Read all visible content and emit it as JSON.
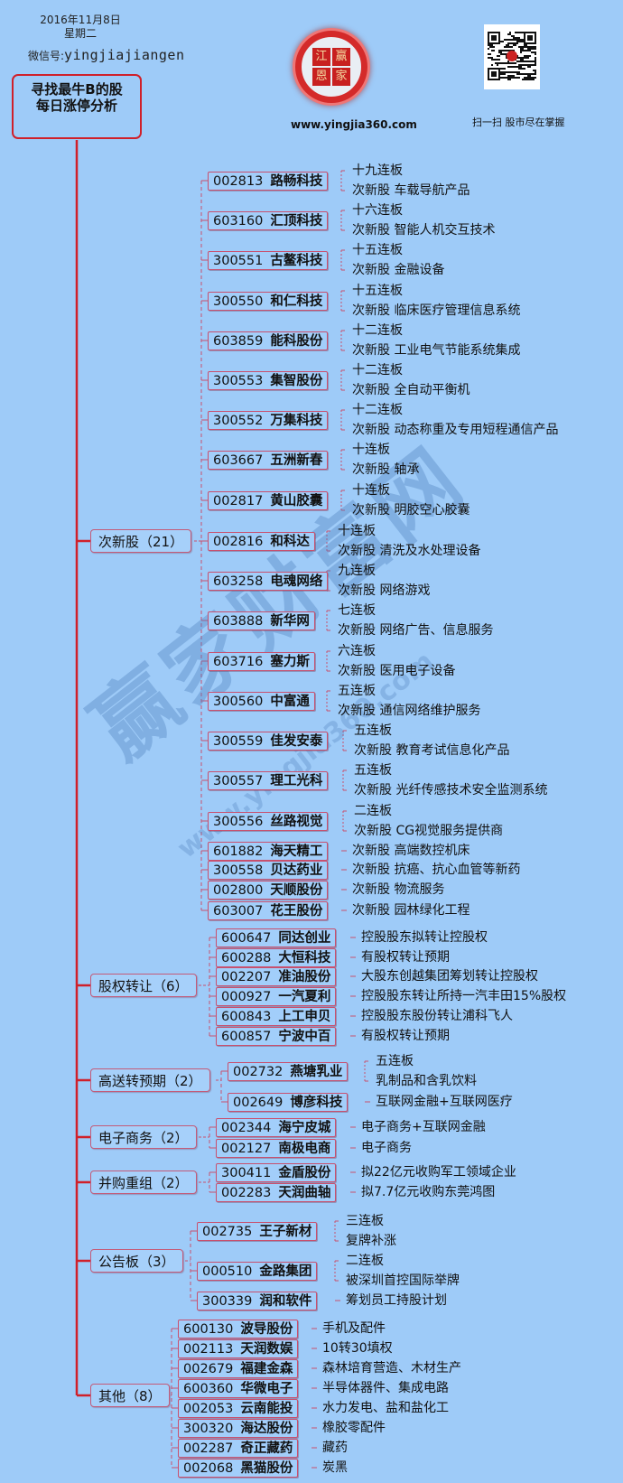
{
  "header": {
    "date": "2016年11月8日",
    "weekday": "星期二",
    "wechat_label": "微信号:",
    "wechat_id": "yingjiajiangen",
    "root_title_line1": "寻找最牛B的股",
    "root_title_line2": "每日涨停分析",
    "logo_chars": [
      "江",
      "赢",
      "恩",
      "家"
    ],
    "site_url": "www.yingjia360.com",
    "qr_caption": "扫一扫 股市尽在掌握",
    "watermark": "赢家财富网",
    "watermark_url": "www.yingjia360.com"
  },
  "colors": {
    "background": "#9ecbf8",
    "root_line": "#d0202a",
    "node_border": "#c8506e"
  },
  "categories": [
    {
      "label": "次新股（21）",
      "items": [
        {
          "code": "002813",
          "name": "路畅科技",
          "notes": [
            "十九连板",
            "次新股 车载导航产品"
          ]
        },
        {
          "code": "603160",
          "name": "汇顶科技",
          "notes": [
            "十六连板",
            "次新股 智能人机交互技术"
          ]
        },
        {
          "code": "300551",
          "name": "古鳌科技",
          "notes": [
            "十五连板",
            "次新股 金融设备"
          ]
        },
        {
          "code": "300550",
          "name": "和仁科技",
          "notes": [
            "十五连板",
            "次新股 临床医疗管理信息系统"
          ]
        },
        {
          "code": "603859",
          "name": "能科股份",
          "notes": [
            "十二连板",
            "次新股 工业电气节能系统集成"
          ]
        },
        {
          "code": "300553",
          "name": "集智股份",
          "notes": [
            "十二连板",
            "次新股 全自动平衡机"
          ]
        },
        {
          "code": "300552",
          "name": "万集科技",
          "notes": [
            "十二连板",
            "次新股 动态称重及专用短程通信产品"
          ]
        },
        {
          "code": "603667",
          "name": "五洲新春",
          "notes": [
            "十连板",
            "次新股 轴承"
          ]
        },
        {
          "code": "002817",
          "name": "黄山胶囊",
          "notes": [
            "十连板",
            "次新股 明胶空心胶囊"
          ]
        },
        {
          "code": "002816",
          "name": "和科达",
          "notes": [
            "十连板",
            "次新股 清洗及水处理设备"
          ]
        },
        {
          "code": "603258",
          "name": "电魂网络",
          "notes": [
            "九连板",
            "次新股 网络游戏"
          ]
        },
        {
          "code": "603888",
          "name": "新华网",
          "notes": [
            "七连板",
            "次新股 网络广告、信息服务"
          ]
        },
        {
          "code": "603716",
          "name": "塞力斯",
          "notes": [
            "六连板",
            "次新股 医用电子设备"
          ]
        },
        {
          "code": "300560",
          "name": "中富通",
          "notes": [
            "五连板",
            "次新股 通信网络维护服务"
          ]
        },
        {
          "code": "300559",
          "name": "佳发安泰",
          "notes": [
            "五连板",
            "次新股 教育考试信息化产品"
          ]
        },
        {
          "code": "300557",
          "name": "理工光科",
          "notes": [
            "五连板",
            "次新股 光纤传感技术安全监测系统"
          ]
        },
        {
          "code": "300556",
          "name": "丝路视觉",
          "notes": [
            "二连板",
            "次新股 CG视觉服务提供商"
          ]
        },
        {
          "code": "601882",
          "name": "海天精工",
          "notes": [
            "次新股 高端数控机床"
          ]
        },
        {
          "code": "300558",
          "name": "贝达药业",
          "notes": [
            "次新股 抗癌、抗心血管等新药"
          ]
        },
        {
          "code": "002800",
          "name": "天顺股份",
          "notes": [
            "次新股 物流服务"
          ]
        },
        {
          "code": "603007",
          "name": "花王股份",
          "notes": [
            "次新股 园林绿化工程"
          ]
        }
      ]
    },
    {
      "label": "股权转让（6）",
      "items": [
        {
          "code": "600647",
          "name": "同达创业",
          "notes": [
            "控股股东拟转让控股权"
          ]
        },
        {
          "code": "600288",
          "name": "大恒科技",
          "notes": [
            "有股权转让预期"
          ]
        },
        {
          "code": "002207",
          "name": "准油股份",
          "notes": [
            "大股东创越集团筹划转让控股权"
          ]
        },
        {
          "code": "000927",
          "name": "一汽夏利",
          "notes": [
            "控股股东转让所持一汽丰田15%股权"
          ]
        },
        {
          "code": "600843",
          "name": "上工申贝",
          "notes": [
            "控股股东股份转让浦科飞人"
          ]
        },
        {
          "code": "600857",
          "name": "宁波中百",
          "notes": [
            "有股权转让预期"
          ]
        }
      ]
    },
    {
      "label": "高送转预期（2）",
      "items": [
        {
          "code": "002732",
          "name": "燕塘乳业",
          "notes": [
            "五连板",
            "乳制品和含乳饮料"
          ]
        },
        {
          "code": "002649",
          "name": "博彦科技",
          "notes": [
            "互联网金融+互联网医疗"
          ]
        }
      ]
    },
    {
      "label": "电子商务（2）",
      "items": [
        {
          "code": "002344",
          "name": "海宁皮城",
          "notes": [
            "电子商务+互联网金融"
          ]
        },
        {
          "code": "002127",
          "name": "南极电商",
          "notes": [
            "电子商务"
          ]
        }
      ]
    },
    {
      "label": "并购重组（2）",
      "items": [
        {
          "code": "300411",
          "name": "金盾股份",
          "notes": [
            "拟22亿元收购军工领域企业"
          ]
        },
        {
          "code": "002283",
          "name": "天润曲轴",
          "notes": [
            "拟7.7亿元收购东莞鸿图"
          ]
        }
      ]
    },
    {
      "label": "公告板（3）",
      "items": [
        {
          "code": "002735",
          "name": "王子新材",
          "notes": [
            "三连板",
            "复牌补涨"
          ]
        },
        {
          "code": "000510",
          "name": "金路集团",
          "notes": [
            "二连板",
            "被深圳首控国际举牌"
          ]
        },
        {
          "code": "300339",
          "name": "润和软件",
          "notes": [
            "筹划员工持股计划"
          ]
        }
      ]
    },
    {
      "label": "其他（8）",
      "items": [
        {
          "code": "600130",
          "name": "波导股份",
          "notes": [
            "手机及配件"
          ]
        },
        {
          "code": "002113",
          "name": "天润数娱",
          "notes": [
            "10转30填权"
          ]
        },
        {
          "code": "002679",
          "name": "福建金森",
          "notes": [
            "森林培育营造、木材生产"
          ]
        },
        {
          "code": "600360",
          "name": "华微电子",
          "notes": [
            "半导体器件、集成电路"
          ]
        },
        {
          "code": "002053",
          "name": "云南能投",
          "notes": [
            "水力发电、盐和盐化工"
          ]
        },
        {
          "code": "300320",
          "name": "海达股份",
          "notes": [
            "橡胶零配件"
          ]
        },
        {
          "code": "002287",
          "name": "奇正藏药",
          "notes": [
            "藏药"
          ]
        },
        {
          "code": "002068",
          "name": "黑猫股份",
          "notes": [
            "炭黑"
          ]
        }
      ]
    }
  ]
}
